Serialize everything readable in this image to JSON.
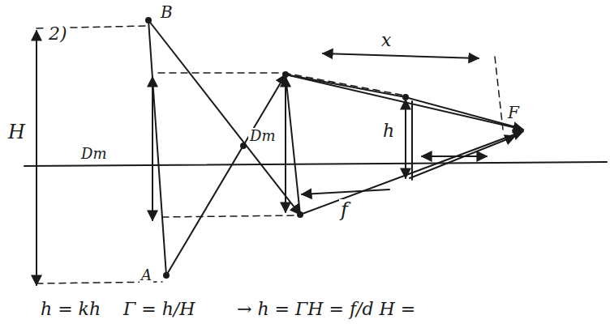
{
  "diagram": {
    "labels": [
      "2)",
      "H",
      "B",
      "Dm",
      "Dm",
      "x",
      "h",
      "F",
      "f",
      "A",
      "h = kh",
      "Γ = h/H",
      "→ h = ΓH = f/d H ="
    ]
  }
}
